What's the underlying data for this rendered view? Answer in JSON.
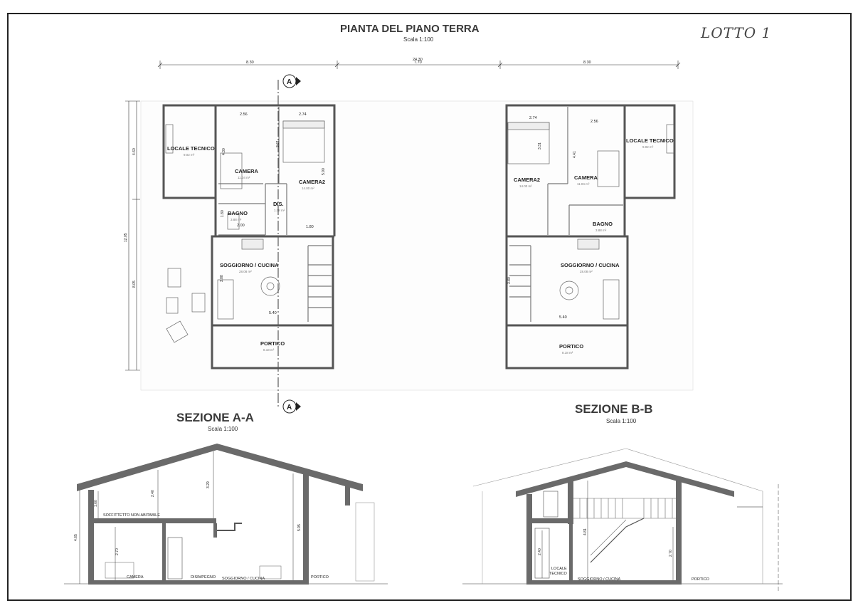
{
  "header": {
    "title": "PIANTA DEL PIANO TERRA",
    "scale": "Scala 1:100",
    "lotto": "LOTTO 1"
  },
  "plan": {
    "dims_top": {
      "total": "24.30",
      "left": "8.30",
      "mid": "7.70",
      "right": "8.30"
    },
    "dims_left": {
      "total": "12.05",
      "upper": "4.60",
      "lower": "8.05"
    },
    "section_marker": "A",
    "left_unit": {
      "rooms": {
        "locale_tecnico": "LOCALE TECNICO",
        "camera": "CAMERA",
        "camera2": "CAMERA2",
        "bagno": "BAGNO",
        "dis": "DIS.",
        "soggiorno": "SOGGIORNO / CUCINA",
        "portico": "PORTICO"
      },
      "areas": {
        "locale_tecnico": "9.02 m²",
        "camera": "11.04 m²",
        "camera2": "14.00 m²",
        "bagno": "3.88 m²",
        "dis": "1.98 m²",
        "soggiorno": "28.08 m²",
        "portico": "8.18 m²"
      },
      "dims": {
        "d256": "2.56",
        "d274": "2.74",
        "d430": "4.30",
        "d361": "3.61",
        "d590": "5.90",
        "d180a": "1.80",
        "d180b": "1.80",
        "d200": "2.00",
        "d540": "5.40",
        "d388": "3.88"
      }
    },
    "right_unit": {
      "rooms": {
        "camera2": "CAMERA2",
        "camera": "CAMERA",
        "locale_tecnico": "LOCALE TECNICO",
        "bagno": "BAGNO",
        "soggiorno": "SOGGIORNO / CUCINA",
        "portico": "PORTICO"
      },
      "areas": {
        "camera2": "14.00 m²",
        "camera": "11.04 m²",
        "locale_tecnico": "9.02 m²",
        "bagno": "3.88 m²",
        "soggiorno": "28.08 m²",
        "portico": "8.18 m²"
      },
      "dims": {
        "d274": "2.74",
        "d256": "2.56",
        "d331": "3.31",
        "d441": "4.41",
        "d380": "3.80",
        "d540": "5.40"
      }
    }
  },
  "section_aa": {
    "title": "SEZIONE A-A",
    "scale": "Scala 1:100",
    "labels": {
      "soffitto": "SOFFITTETTO NON ABITABILE",
      "camera": "CAMERA",
      "disimpegno": "DISIMPEGNO",
      "soggiorno": "SOGGIORNO / CUCINA",
      "portico": "PORTICO"
    },
    "dims": {
      "h160": "1.60",
      "h240": "2.40",
      "h329": "3.29",
      "h465": "4.65",
      "h270": "2.70",
      "h595": "5.95"
    }
  },
  "section_bb": {
    "title": "SEZIONE B-B",
    "scale": "Scala 1:100",
    "labels": {
      "locale": "LOCALE",
      "tecnico": "TECNICO",
      "soggiorno": "SOGGIORNO / CUCINA",
      "portico": "PORTICO"
    },
    "dims": {
      "h240": "2.40",
      "h481": "4.81",
      "h270": "2.70"
    }
  }
}
